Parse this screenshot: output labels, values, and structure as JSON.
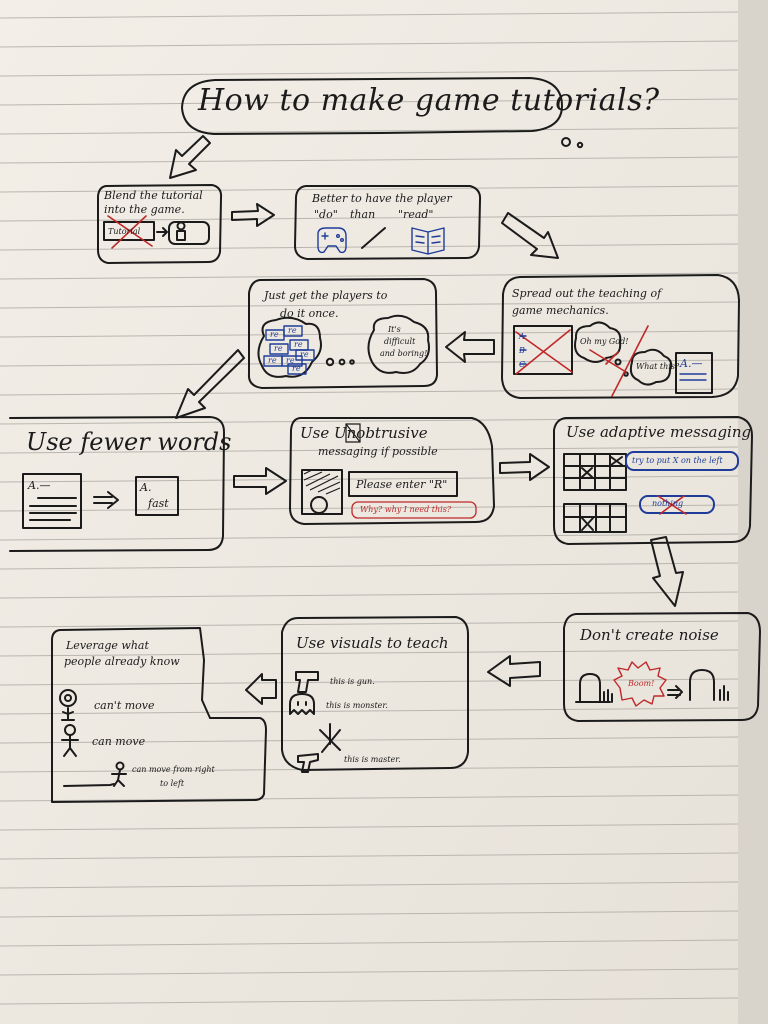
{
  "diagram": {
    "title": "How to make game tutorials?",
    "steps": {
      "blend": {
        "heading_line1": "Blend the tutorial",
        "heading_line2": "into the game.",
        "tutorial_label": "Tutorial"
      },
      "player_do": {
        "heading_line1": "Better to have the player",
        "heading_line2_do": "\"do\"",
        "heading_line2_than": "than",
        "heading_line2_read": "\"read\""
      },
      "spread_out": {
        "heading_line1": "Spread out the teaching of",
        "heading_line2": "game mechanics.",
        "bubble_1": "Oh my God!",
        "bubble_2": "What this?",
        "doc_text": "A.—",
        "list_letters": [
          "A",
          "B",
          "C"
        ]
      },
      "once": {
        "heading_line1": "Just get the players to",
        "heading_line2": "do it once.",
        "bubble_line1": "It's",
        "bubble_line2": "difficult",
        "bubble_line3": "and boring!",
        "re_label": "re"
      },
      "fewer_words": {
        "heading": "Use fewer words",
        "before_text": "A.—",
        "after_line1": "A.",
        "after_line2": "fast"
      },
      "unobtrusive": {
        "heading_line1": "Use Unobtrusive",
        "heading_line2": "messaging if possible",
        "prompt": "Please enter \"R\"",
        "complaint": "Why? why I need this?"
      },
      "adaptive": {
        "heading": "Use adaptive messaging",
        "hint": "try to put X on the left",
        "nothing": "nothing"
      },
      "noise": {
        "heading": "Don't create noise",
        "boom": "Boom!"
      },
      "visuals": {
        "heading": "Use visuals to teach",
        "line_gun": "this is gun.",
        "line_monster": "this is monster.",
        "line_master": "this is master."
      },
      "leverage": {
        "heading_line1": "Leverage what",
        "heading_line2": "people already know",
        "cant_move": "can't move",
        "can_move": "can move",
        "move_right_left_line1": "can move from right",
        "move_right_left_line2": "to left"
      }
    },
    "colors": {
      "ink": "#1b1b1b",
      "blue_ink": "#1f3c9a",
      "red_ink": "#c0282a",
      "paper": "#f1ede6",
      "rule_line": "#b9b6b0"
    }
  }
}
